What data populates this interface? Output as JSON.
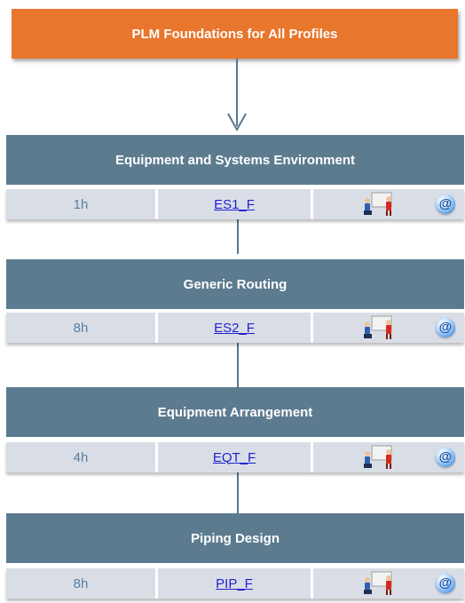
{
  "start": {
    "title": "PLM Foundations for All Profiles"
  },
  "modules": [
    {
      "title": "Equipment and Systems Environment",
      "duration": "1h",
      "code": "ES1_F",
      "elearning_symbol": "@"
    },
    {
      "title": "Generic Routing",
      "duration": "8h",
      "code": "ES2_F",
      "elearning_symbol": "@"
    },
    {
      "title": "Equipment Arrangement",
      "duration": "4h",
      "code": "EQT_F",
      "elearning_symbol": "@"
    },
    {
      "title": "Piping Design",
      "duration": "8h",
      "code": "PIP_F",
      "elearning_symbol": "@"
    }
  ],
  "colors": {
    "start_box": "#e8762c",
    "module_header": "#5c7b8f",
    "info_row": "#d9dee6",
    "link": "#1f1fd0"
  }
}
